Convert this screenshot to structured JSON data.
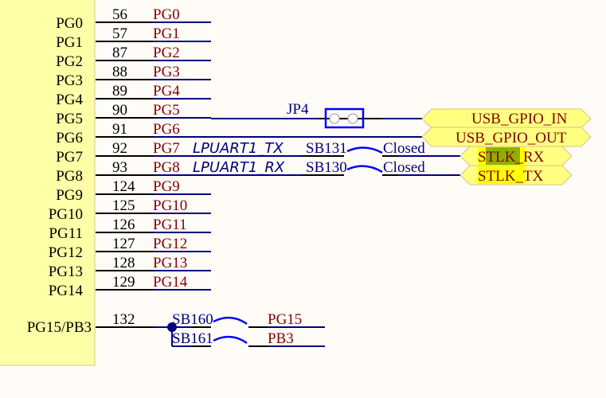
{
  "schematic": {
    "component_pins": [
      {
        "name": "PG0",
        "number": "56",
        "net": "PG0"
      },
      {
        "name": "PG1",
        "number": "57",
        "net": "PG1"
      },
      {
        "name": "PG2",
        "number": "87",
        "net": "PG2"
      },
      {
        "name": "PG3",
        "number": "88",
        "net": "PG3"
      },
      {
        "name": "PG4",
        "number": "89",
        "net": "PG4"
      },
      {
        "name": "PG5",
        "number": "90",
        "net": "PG5"
      },
      {
        "name": "PG6",
        "number": "91",
        "net": "PG6"
      },
      {
        "name": "PG7",
        "number": "92",
        "net": "PG7"
      },
      {
        "name": "PG8",
        "number": "93",
        "net": "PG8"
      },
      {
        "name": "PG9",
        "number": "124",
        "net": "PG9"
      },
      {
        "name": "PG10",
        "number": "125",
        "net": "PG10"
      },
      {
        "name": "PG11",
        "number": "126",
        "net": "PG11"
      },
      {
        "name": "PG12",
        "number": "127",
        "net": "PG12"
      },
      {
        "name": "PG13",
        "number": "128",
        "net": "PG13"
      },
      {
        "name": "PG14",
        "number": "129",
        "net": "PG14"
      }
    ],
    "shared_pin": {
      "name": "PG15/PB3",
      "number": "132"
    },
    "jumper": {
      "label": "JP4"
    },
    "uart_labels": {
      "tx": "LPUART1_TX",
      "rx": "LPUART1_RX"
    },
    "solder_bridges": {
      "sb131": {
        "label": "SB131",
        "state": "Closed"
      },
      "sb130": {
        "label": "SB130",
        "state": "Closed"
      },
      "sb160": {
        "label": "SB160",
        "net": "PG15"
      },
      "sb161": {
        "label": "SB161",
        "net": "PB3"
      }
    },
    "ports": {
      "usb_gpio_in": "USB_GPIO_IN",
      "usb_gpio_out": "USB_GPIO_OUT",
      "stlk_rx": "STLK_RX",
      "stlk_tx": "STLK_TX"
    },
    "colors": {
      "component_fill": "#ffffa8",
      "wire": "#000080",
      "net_label": "#800000",
      "port_fill": "#ffff80",
      "highlight": "#8fb000"
    }
  }
}
